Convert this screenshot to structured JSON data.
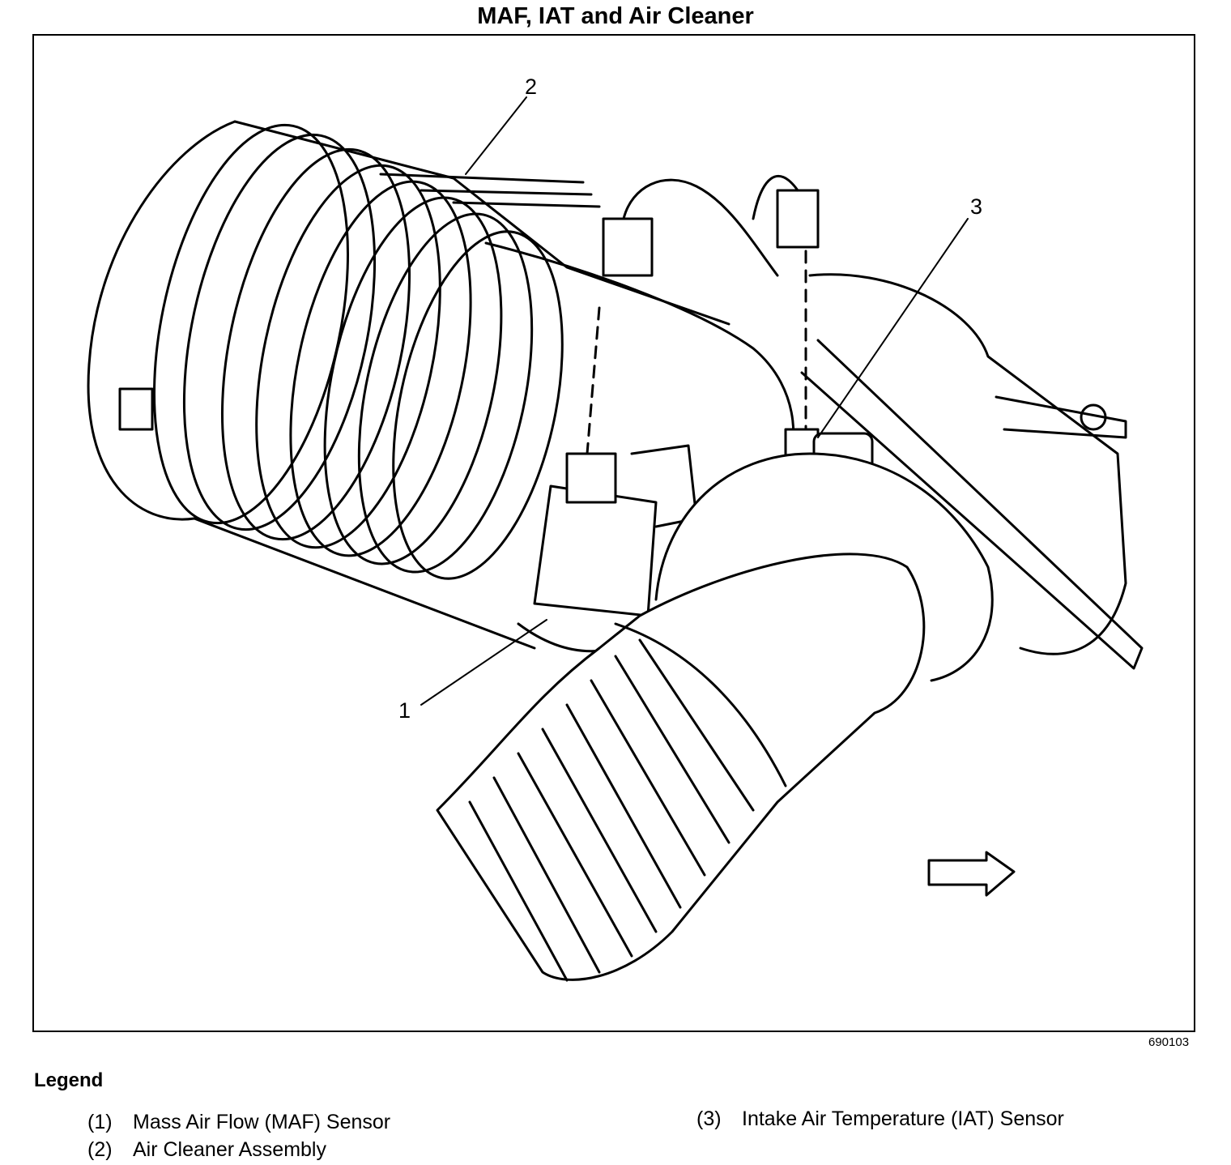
{
  "title": "MAF, IAT and Air Cleaner",
  "callouts": [
    "1",
    "2",
    "3"
  ],
  "figure_id": "690103",
  "legend": {
    "heading": "Legend",
    "items": [
      {
        "num": "(1)",
        "label": "Mass Air Flow (MAF) Sensor"
      },
      {
        "num": "(2)",
        "label": "Air Cleaner Assembly"
      },
      {
        "num": "(3)",
        "label": "Intake Air Temperature (IAT) Sensor"
      }
    ]
  }
}
